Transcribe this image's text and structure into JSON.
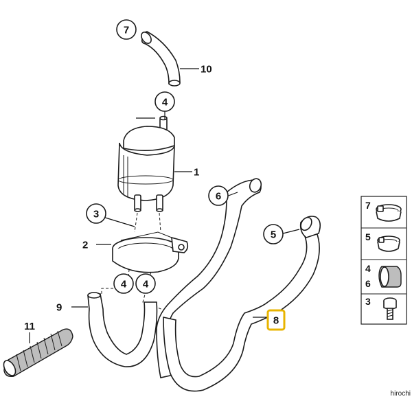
{
  "callouts": {
    "c7": "7",
    "c10": "10",
    "c4_top": "4",
    "c1": "1",
    "c3": "3",
    "c2": "2",
    "c4_left": "4",
    "c4_right": "4",
    "c9": "9",
    "c11": "11",
    "c6": "6",
    "c5": "5",
    "c8": "8"
  },
  "legend": {
    "row1": "7",
    "row2": "5",
    "row3a": "4",
    "row3b": "6",
    "row4": "3"
  },
  "watermark": "hirochi",
  "highlight_color": "#e8b400"
}
